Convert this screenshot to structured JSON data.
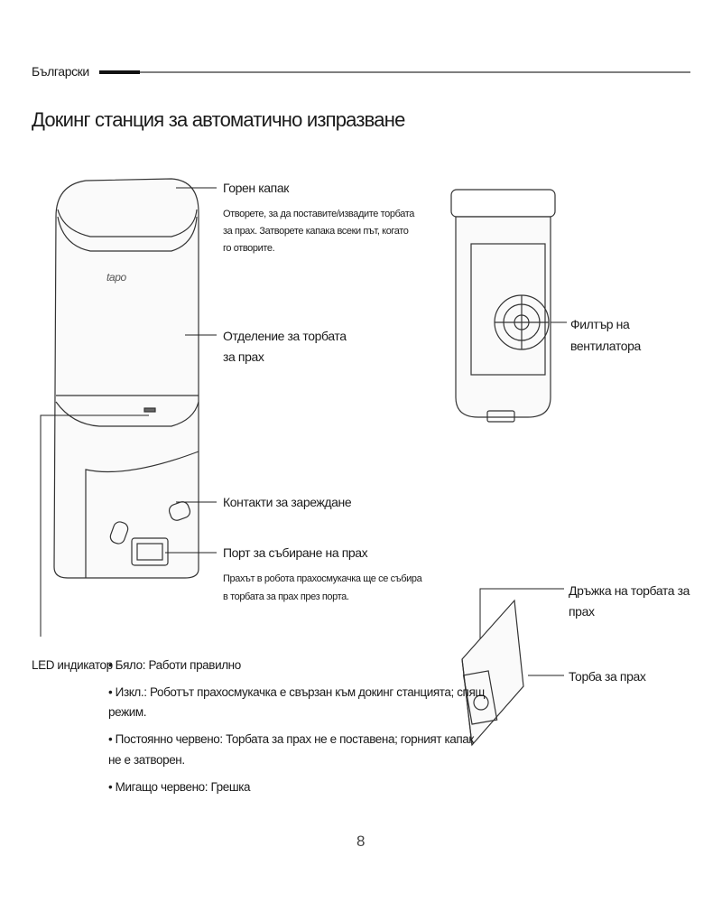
{
  "header": {
    "language": "Български",
    "title": "Докинг станция за автоматично изпразване"
  },
  "station": {
    "brand": "tapo"
  },
  "labels": {
    "top_lid": "Горен капак",
    "top_lid_desc": [
      "Отворете, за да поставите/извадите торбата",
      "за прах. Затворете капака всеки път, когато",
      "го отворите."
    ],
    "bag_compartment": [
      "Отделение за торбата",
      "за прах"
    ],
    "charging_contacts": "Контакти за зареждане",
    "dust_port": "Порт за събиране на прах",
    "dust_port_desc": [
      "Прахът в робота прахосмукачка ще се събира",
      "в торбата за прах през порта."
    ],
    "fan_filter": [
      "Филтър на",
      "вентилатора"
    ],
    "bag_handle": [
      "Дръжка на торбата за",
      "прах"
    ],
    "dust_bag": "Торба за прах"
  },
  "led": {
    "label": "LED индикатор",
    "items": [
      "• Бяло: Работи правилно",
      "• Изкл.: Роботът прахосмукачка е свързан към докинг станцията; спящ",
      "режим.",
      "• Постоянно червено: Торбата за прах не е поставена; горният капак",
      "не е затворен.",
      "• Мигащо червено: Грешка"
    ]
  },
  "page_number": "8"
}
